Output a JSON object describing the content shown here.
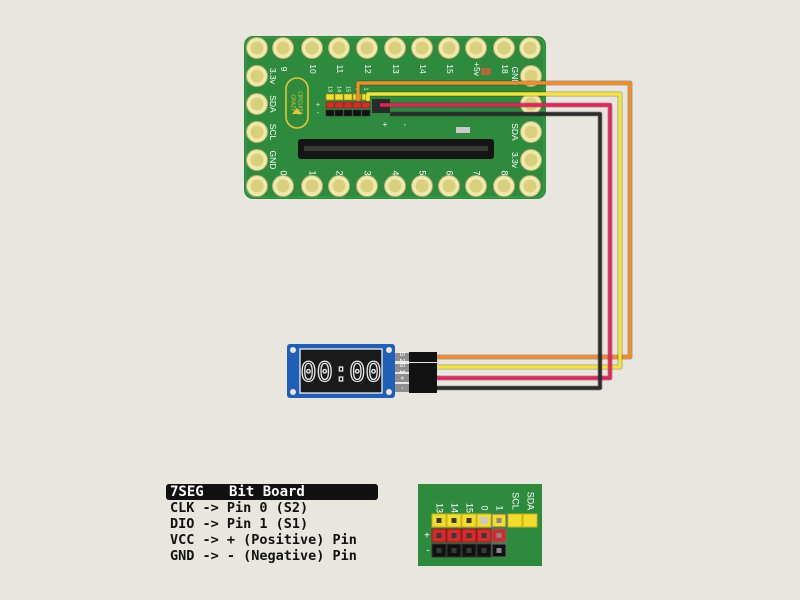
{
  "board": {
    "logo_line1": "CRAZY",
    "logo_line2": "CIRCUITS",
    "top_pins": [
      "9",
      "10",
      "11",
      "12",
      "13",
      "14",
      "15",
      "+5v",
      "18"
    ],
    "left_pins": [
      "3.3v",
      "SDA",
      "SCL",
      "GND"
    ],
    "right_top": "GND",
    "right_pins": [
      "SDA",
      "3.3v"
    ],
    "bottom_pins": [
      "0",
      "1",
      "2",
      "3",
      "4",
      "5",
      "6",
      "7",
      "8"
    ],
    "header_labels": [
      "13",
      "14",
      "15",
      "0",
      "1"
    ],
    "rail_plus": "+",
    "rail_minus": "-"
  },
  "display": {
    "digits": "00:00",
    "pin_labels": [
      "S 2",
      "S 1",
      "+",
      "-"
    ]
  },
  "wires": {
    "colors": {
      "clk": "#f28c28",
      "dio": "#f7e531",
      "vcc": "#e8235a",
      "gnd": "#2b2b2b"
    }
  },
  "legend": {
    "header": "7SEG   Bit Board",
    "rows": [
      "CLK -> Pin 0 (S2)",
      "DIO -> Pin 1 (S1)",
      "VCC -> + (Positive) Pin",
      "GND -> - (Negative) Pin"
    ]
  },
  "inset": {
    "labels": [
      "13",
      "14",
      "15",
      "0",
      "1",
      "SCL",
      "SDA"
    ],
    "rail_plus": "+",
    "rail_minus": "-"
  }
}
